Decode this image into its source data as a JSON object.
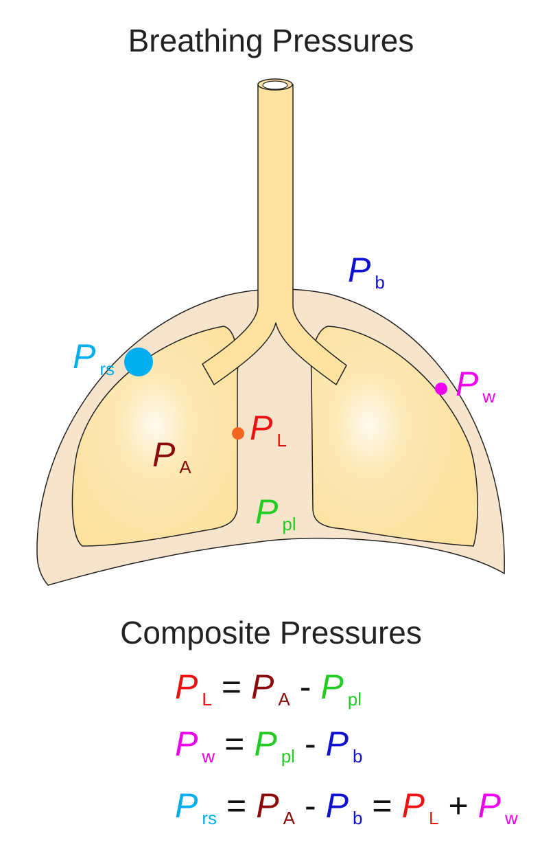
{
  "title": "Breathing Pressures",
  "subtitle": "Composite Pressures",
  "colors": {
    "Pb": "#1010d0",
    "Prs": "#00aeef",
    "Pw": "#ee00ee",
    "PL": "#ee1111",
    "PA": "#8b0a0a",
    "Ppl": "#22cc22",
    "PL_point": "#f26522",
    "lung": "#fde6a8",
    "thorax": "#f7e4cc"
  },
  "labels": {
    "Pb": {
      "main": "P",
      "sub": "b"
    },
    "Prs": {
      "main": "P",
      "sub": "rs"
    },
    "Pw": {
      "main": "P",
      "sub": "w"
    },
    "PL": {
      "main": "P",
      "sub": "L"
    },
    "PA": {
      "main": "P",
      "sub": "A"
    },
    "Ppl": {
      "main": "P",
      "sub": "pl"
    }
  },
  "equations": {
    "eq1": {
      "lhs": {
        "main": "P",
        "sub": "L"
      },
      "op1": "=",
      "t1": {
        "main": "P",
        "sub": "A"
      },
      "op2": "-",
      "t2": {
        "main": "P",
        "sub": "pl"
      }
    },
    "eq2": {
      "lhs": {
        "main": "P",
        "sub": "w"
      },
      "op1": "=",
      "t1": {
        "main": "P",
        "sub": "pl"
      },
      "op2": "-",
      "t2": {
        "main": "P",
        "sub": "b"
      }
    },
    "eq3": {
      "lhs": {
        "main": "P",
        "sub": "rs"
      },
      "op1": "=",
      "t1": {
        "main": "P",
        "sub": "A"
      },
      "op2": "-",
      "t2": {
        "main": "P",
        "sub": "b"
      },
      "op3": "=",
      "t3": {
        "main": "P",
        "sub": "L"
      },
      "op4": "+",
      "t4": {
        "main": "P",
        "sub": "w"
      }
    }
  }
}
